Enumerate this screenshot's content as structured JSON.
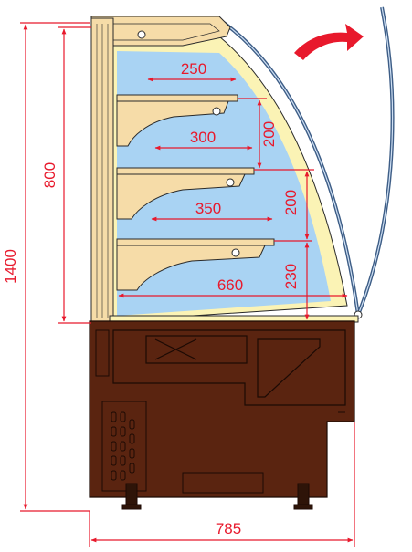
{
  "colors": {
    "dimension": "#e8192c",
    "outline": "#2a2a2a",
    "wood": "#f6dca8",
    "glass_fill": "#a9d3f3",
    "glass_edge": "#fbf3b5",
    "base": "#5a2410",
    "base_line": "#1c0a04",
    "curved_glass": "#3d5d86",
    "arrow": "#e8192c"
  },
  "dimensions": {
    "total_height": "1400",
    "display_height": "800",
    "depth": "785",
    "interior_depth": "660",
    "shelf_top": "250",
    "shelf_middle": "300",
    "shelf_bottom": "350",
    "gap_upper": "200",
    "gap_middle": "200",
    "gap_lower": "230"
  },
  "icons": {
    "open_arrow": "curved-arrow-icon"
  }
}
